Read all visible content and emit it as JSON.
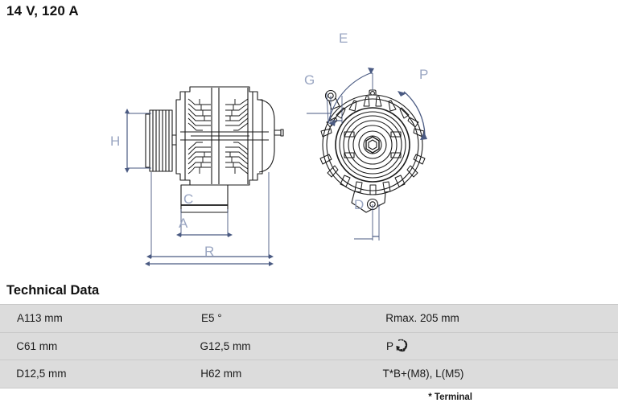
{
  "header": {
    "spec": "14 V, 120 A"
  },
  "drawing": {
    "side_view": {
      "name": "alternator-side-view",
      "dimension_labels": [
        "H",
        "C",
        "A",
        "R"
      ]
    },
    "front_view": {
      "name": "alternator-front-view",
      "dimension_labels": [
        "E",
        "G",
        "P",
        "D"
      ]
    },
    "line_color": "#4a5a82",
    "label_color": "#9aa6c2",
    "outline_color": "#1a1a1a"
  },
  "tech_data": {
    "heading": "Technical Data",
    "rows": [
      {
        "c1_key": "A",
        "c1_val": "113 mm",
        "c2_key": "E",
        "c2_val": "5 °",
        "c3_key": "R",
        "c3_val": "max. 205 mm"
      },
      {
        "c1_key": "C",
        "c1_val": "61 mm",
        "c2_key": "G",
        "c2_val": "12,5 mm",
        "c3_key": "P",
        "c3_val": "",
        "c3_icon": "counter-clockwise-rotation-icon"
      },
      {
        "c1_key": "D",
        "c1_val": "12,5 mm",
        "c2_key": "H",
        "c2_val": "62 mm",
        "c3_key": "T*",
        "c3_val": "B+(M8), L(M5)"
      }
    ],
    "footnote": "* Terminal"
  }
}
